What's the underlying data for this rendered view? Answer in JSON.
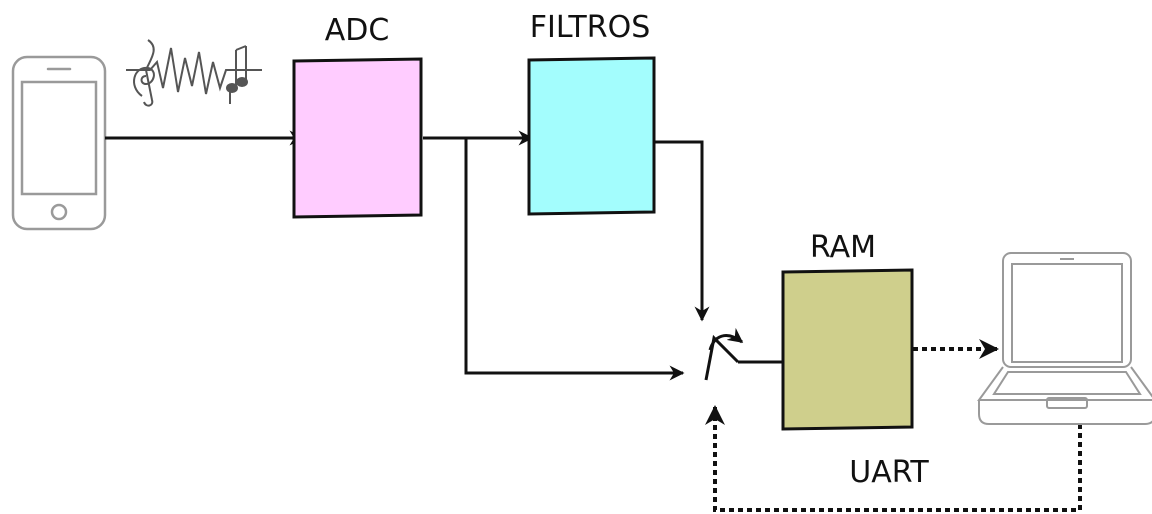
{
  "blocks": {
    "adc": {
      "label": "ADC"
    },
    "filtros": {
      "label": "FILTROS"
    },
    "ram": {
      "label": "RAM"
    }
  },
  "link_label": "UART",
  "icons": [
    "smartphone-icon",
    "music-waveform-icon",
    "laptop-icon",
    "switch-icon"
  ],
  "colors": {
    "adc_fill": "#ffccff",
    "filtros_fill": "#a3fdfd",
    "ram_fill": "#cfcf8c",
    "line": "#111111",
    "device_outline": "#9a9a9a"
  }
}
